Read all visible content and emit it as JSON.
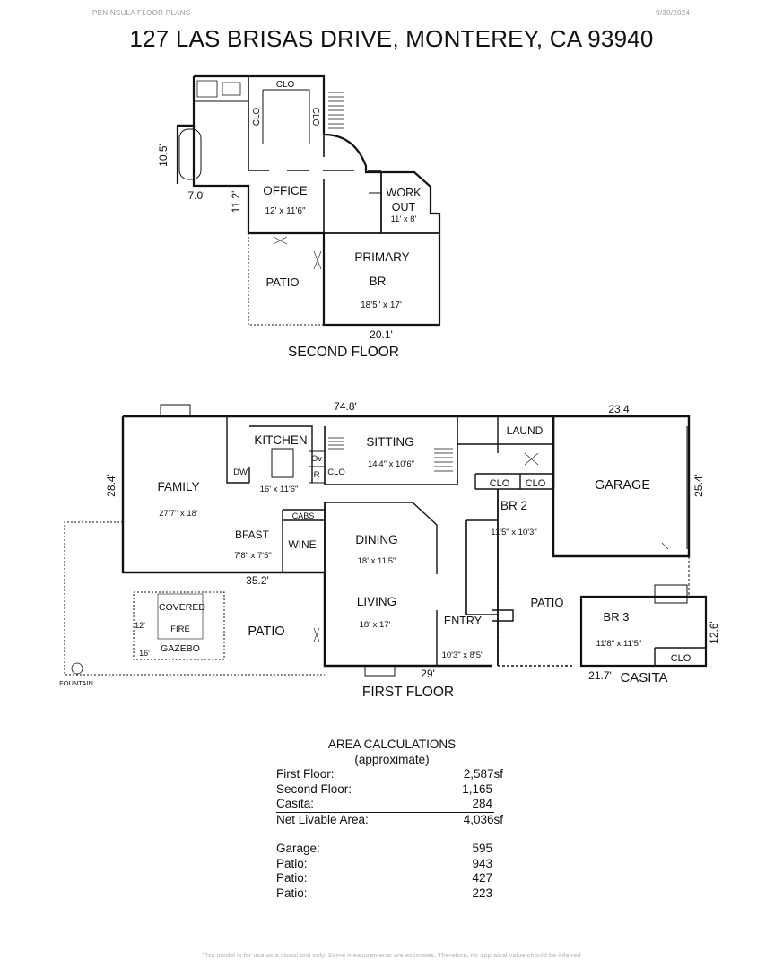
{
  "header": {
    "company": "PENINSULA FLOOR PLANS",
    "date": "9/30/2024",
    "address": "127 LAS BRISAS DRIVE, MONTEREY, CA 93940"
  },
  "second_floor": {
    "label": "SECOND FLOOR",
    "rooms": {
      "office": {
        "name": "OFFICE",
        "dims": "12' x 11'6\""
      },
      "workout": {
        "name1": "WORK",
        "name2": "OUT",
        "dims": "11' x 8'"
      },
      "primary": {
        "name1": "PRIMARY",
        "name2": "BR",
        "dims": "18'5\" x 17'"
      },
      "patio": {
        "name": "PATIO"
      },
      "clo_top": "CLO",
      "clo_left": "CLO",
      "clo_right": "CLO"
    },
    "dims": {
      "d105": "10.5'",
      "d70": "7.0'",
      "d112": "11.2'",
      "d201": "20.1'"
    }
  },
  "first_floor": {
    "label": "FIRST FLOOR",
    "rooms": {
      "kitchen": {
        "name": "KITCHEN",
        "dims": "16' x 11'6\""
      },
      "sitting": {
        "name": "SITTING",
        "dims": "14'4\" x 10'6\""
      },
      "laund": "LAUND",
      "family": {
        "name": "FAMILY",
        "dims": "27'7\" x 18'"
      },
      "bfast": {
        "name": "BFAST",
        "dims": "7'8\" x 7'5\""
      },
      "dw": "DW",
      "ov": "Ov",
      "r": "R",
      "clo_kitchen": "CLO",
      "cabs": "CABS",
      "wine": "WINE",
      "dining": {
        "name": "DINING",
        "dims": "18' x 11'5\""
      },
      "living": {
        "name": "LIVING",
        "dims": "18' x 17'"
      },
      "entry": {
        "name": "ENTRY",
        "dims": "10'3\" x 8'5\""
      },
      "br2": {
        "name": "BR 2",
        "dims": "11'5\" x 10'3\"",
        "clo1": "CLO",
        "clo2": "CLO"
      },
      "garage": {
        "name": "GARAGE"
      },
      "patio_mid": "PATIO",
      "patio_left": "PATIO",
      "br3": {
        "name": "BR 3",
        "dims": "11'8\" x 11'5\"",
        "clo": "CLO"
      },
      "gazebo": {
        "line1": "COVERED",
        "line2": "FIRE",
        "line3": "GAZEBO",
        "d12": "12'",
        "d16": "16'"
      },
      "fountain": "FOUNTAIN",
      "casita": "CASITA"
    },
    "dims": {
      "d748": "74.8'",
      "d234": "23.4",
      "d284": "28.4'",
      "d352": "35.2'",
      "d254": "25.4'",
      "d29": "29'",
      "d217": "21.7'",
      "d126": "12.6'"
    }
  },
  "area": {
    "title": "AREA CALCULATIONS",
    "subtitle": "(approximate)",
    "rows1": [
      {
        "label": "First Floor:",
        "value": "2,587sf"
      },
      {
        "label": "Second Floor:",
        "value": "1,165"
      },
      {
        "label": "Casita:",
        "value": "284"
      },
      {
        "label": "Net Livable Area:",
        "value": "4,036sf"
      }
    ],
    "rows2": [
      {
        "label": "Garage:",
        "value": "595"
      },
      {
        "label": "Patio:",
        "value": "943"
      },
      {
        "label": "Patio:",
        "value": "427"
      },
      {
        "label": "Patio:",
        "value": "223"
      }
    ]
  },
  "disclaimer": "This model is for use as a visual tool only. Some measurements are estimates. Therefore, no appraisal value should be inferred"
}
